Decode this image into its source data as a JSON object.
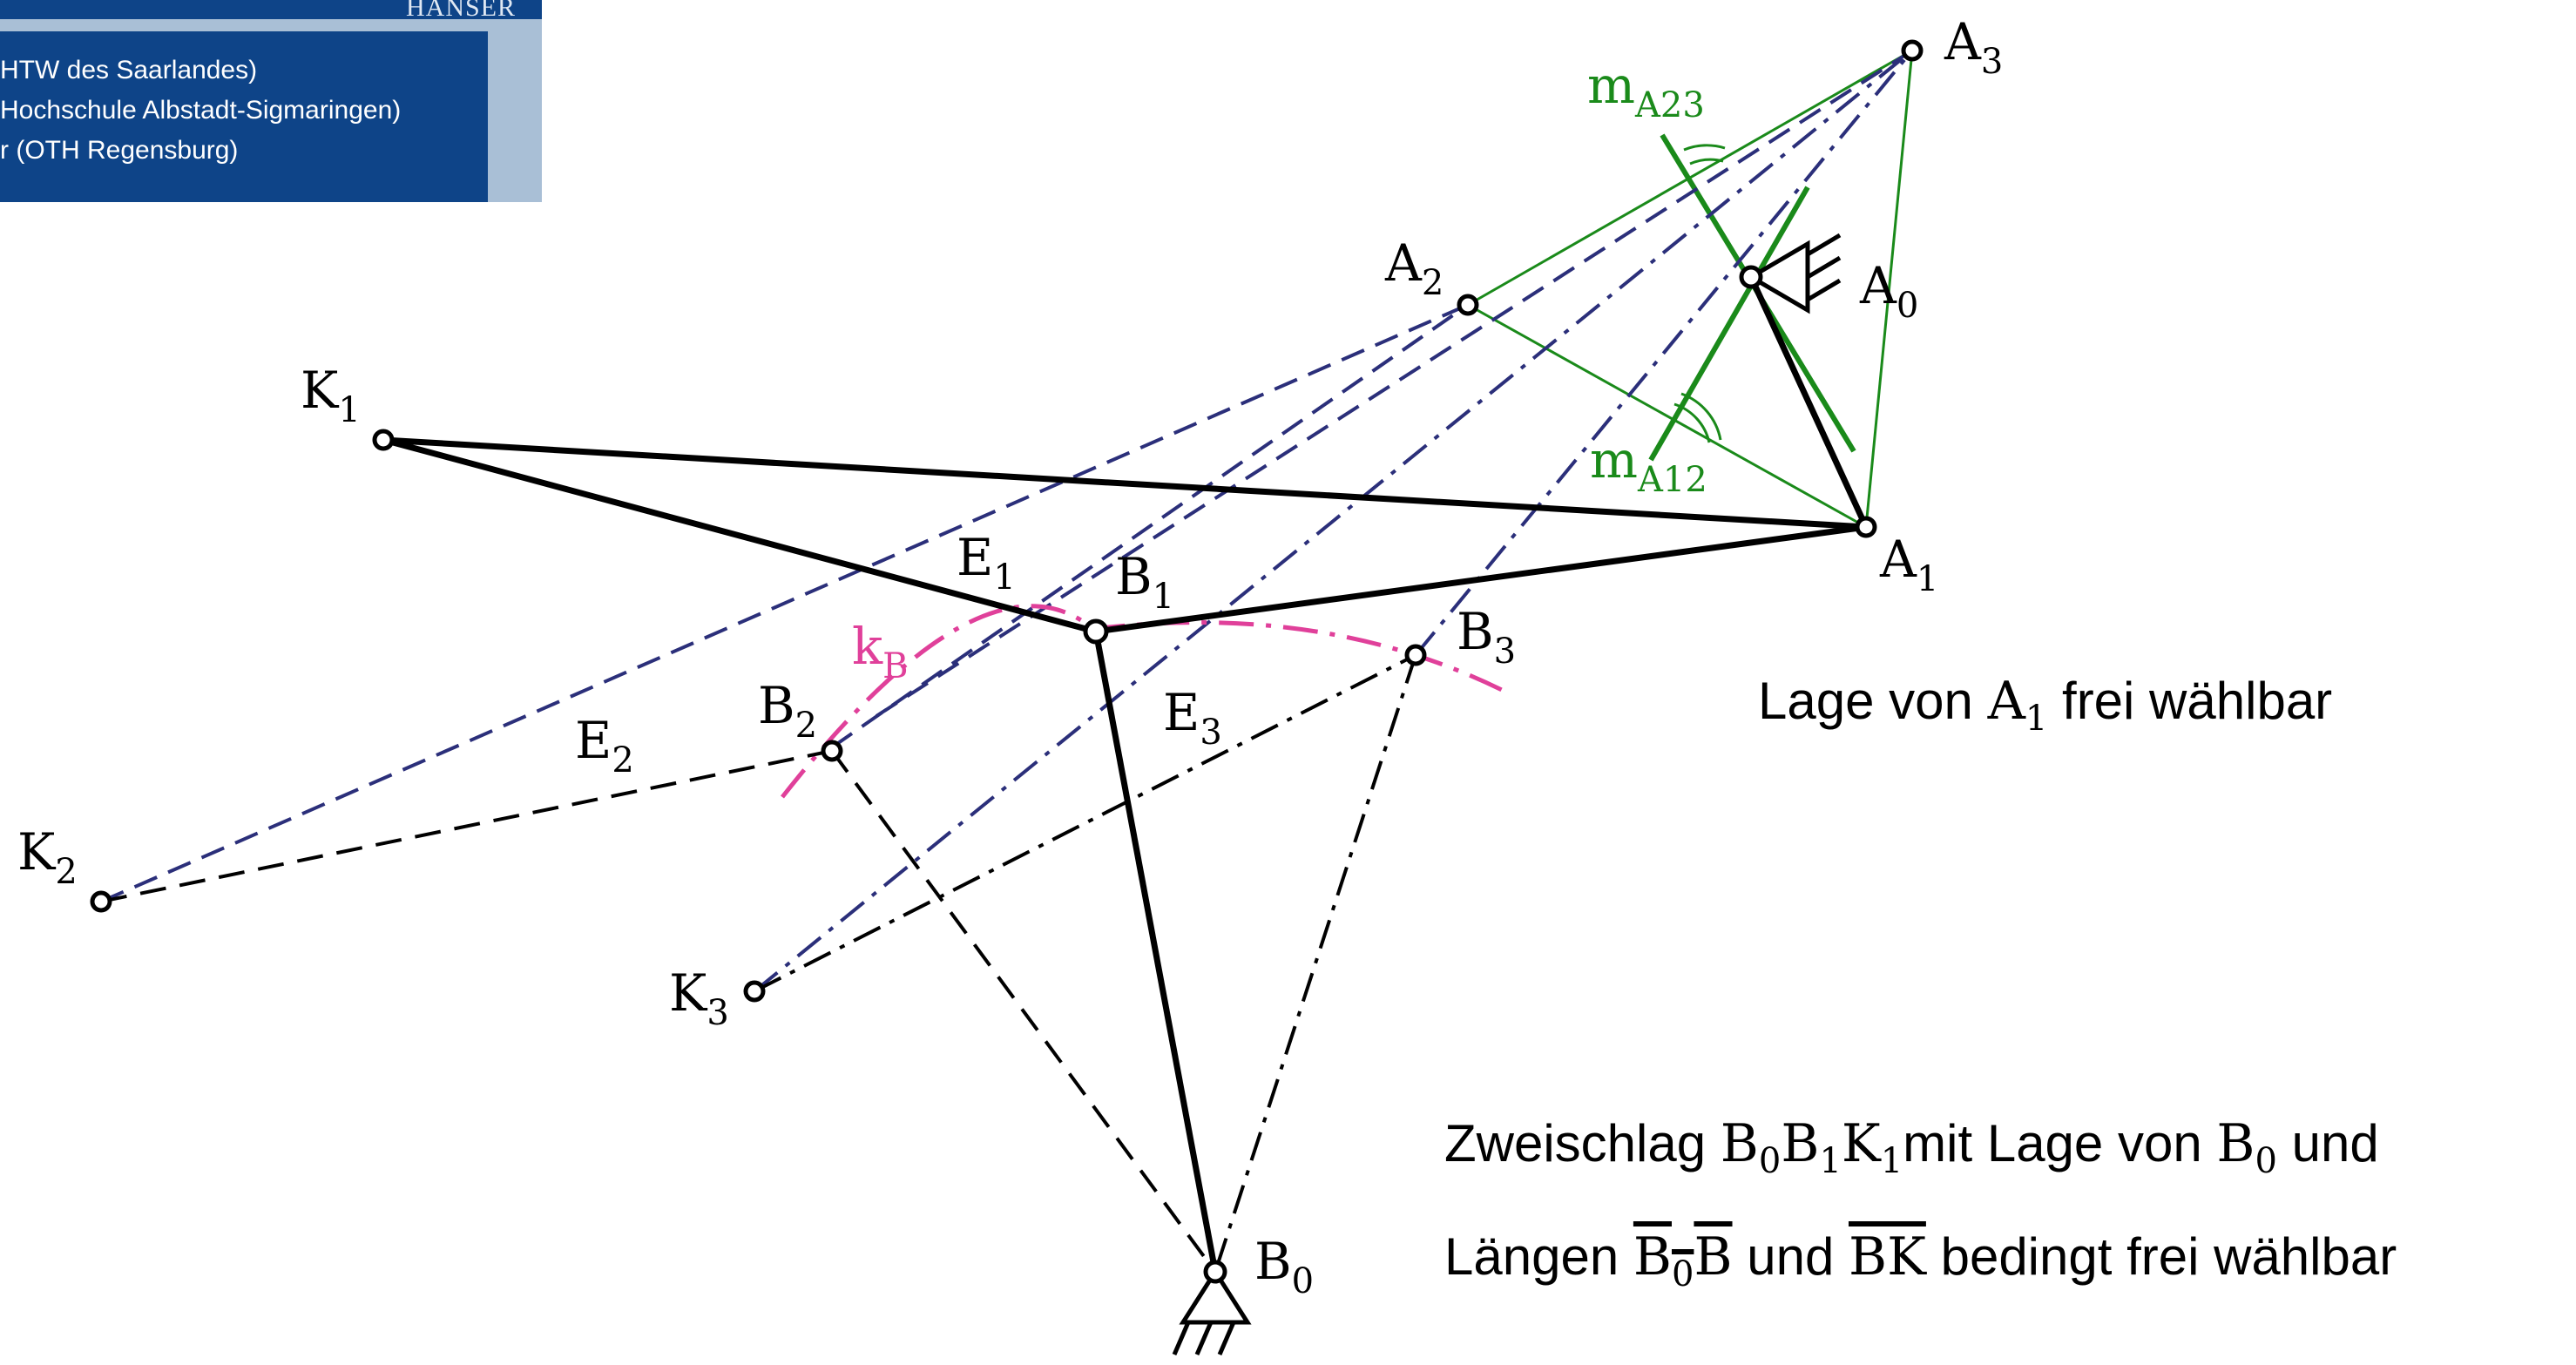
{
  "header": {
    "publisher": "HANSER",
    "authors": [
      "HTW des Saarlandes)",
      "Hochschule Albstadt-Sigmaringen)",
      "r (OTH Regensburg)"
    ]
  },
  "labels": {
    "A3": {
      "base": "A",
      "sub": "3"
    },
    "A2": {
      "base": "A",
      "sub": "2"
    },
    "A0": {
      "base": "A",
      "sub": "0"
    },
    "A1": {
      "base": "A",
      "sub": "1"
    },
    "K1": {
      "base": "K",
      "sub": "1"
    },
    "K2": {
      "base": "K",
      "sub": "2"
    },
    "K3": {
      "base": "K",
      "sub": "3"
    },
    "B0": {
      "base": "B",
      "sub": "0"
    },
    "B1": {
      "base": "B",
      "sub": "1"
    },
    "B2": {
      "base": "B",
      "sub": "2"
    },
    "B3": {
      "base": "B",
      "sub": "3"
    },
    "E1": {
      "base": "E",
      "sub": "1"
    },
    "E2": {
      "base": "E",
      "sub": "2"
    },
    "E3": {
      "base": "E",
      "sub": "3"
    },
    "mA23": {
      "base": "m",
      "sub": "A23"
    },
    "mA12": {
      "base": "m",
      "sub": "A12"
    },
    "kB": {
      "base": "k",
      "sub": "B"
    }
  },
  "notes": {
    "note1": {
      "pre": "Lage von ",
      "sym": "A",
      "sub": "1",
      "post": " frei wählbar"
    },
    "note2_line1": {
      "pre": "Zweischlag ",
      "s1": "B",
      "s1sub": "0",
      "s2": "B",
      "s2sub": "1",
      "s3": "K",
      "s3sub": "1",
      "mid": "mit Lage von ",
      "s4": "B",
      "s4sub": "0",
      "post": " und"
    },
    "note2_line2": {
      "pre": "Längen ",
      "bar1": "B",
      "bar1sub": "0",
      "bar1b": "B",
      "mid": " und ",
      "bar2": "BK",
      "post": " bedingt frei wählbar"
    }
  },
  "colors": {
    "green": "#1a8a1a",
    "navy": "#2b2f7a",
    "pink": "#e0409a",
    "black": "#000000",
    "header_blue": "#0e4488",
    "header_light": "#a9bfd6"
  },
  "icons": [
    "fixed-bearing-icon-A0",
    "fixed-bearing-icon-B0"
  ]
}
